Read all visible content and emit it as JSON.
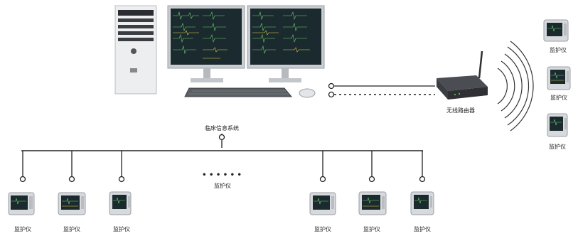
{
  "central_station": {
    "label": "临床信息系统"
  },
  "router": {
    "label": "无线路由器"
  },
  "wired_bus": {
    "label": "监护仪",
    "ellipsis": "• • • • • •"
  },
  "wired_monitors": [
    {
      "label": "监护仪"
    },
    {
      "label": "监护仪"
    },
    {
      "label": "监护仪"
    },
    {
      "label": "监护仪"
    },
    {
      "label": "监护仪"
    },
    {
      "label": "监护仪"
    }
  ],
  "wireless_monitors": [
    {
      "label": "监护仪"
    },
    {
      "label": "监护仪"
    },
    {
      "label": "监护仪"
    }
  ],
  "colors": {
    "line": "#222222",
    "monitor_body": "#d7d9dc",
    "screen": "#1b2a2f",
    "waveform_green": "#6fd36f",
    "waveform_yellow": "#e8d24a",
    "tower": "#e9eaec"
  }
}
